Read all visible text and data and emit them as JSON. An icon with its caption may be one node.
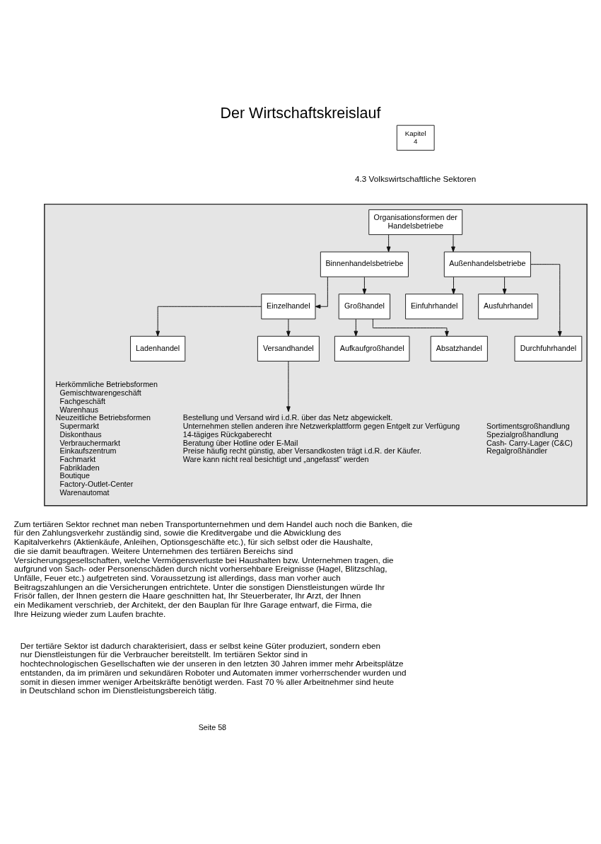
{
  "diagram": {
    "title": "Der Wirtschaftskreislauf",
    "nodes": [
      {
        "text": [
          "Kapitel 4"
        ]
      },
      {
        "text": [],
        "shape": "box"
      },
      {
        "text": [
          "Organisationsformen der Handelsbetriebe"
        ],
        "in": 1
      },
      {
        "text": [
          "Binnenhandelsbetriebe"
        ],
        "in": 1
      },
      {
        "text": [
          "Außenhandelsbetriebe"
        ],
        "in": 1
      },
      {
        "text": [
          "Einzelhandel"
        ],
        "in": 1
      },
      {
        "text": [
          "Großhandel"
        ],
        "in": 1
      },
      {
        "text": [
          "Einfuhrhandel"
        ],
        "in": 1
      },
      {
        "text": [
          "Ausfuhrhandel"
        ],
        "in": 1
      },
      {
        "text": [
          "Ladenhandel"
        ],
        "in": 1
      },
      {
        "text": [
          "Versandhandel"
        ],
        "in": 1
      },
      {
        "text": [
          "Aufkaufgroßhandel"
        ],
        "in": 1
      },
      {
        "text": [
          "Absatzhandel"
        ],
        "in": 1
      },
      {
        "text": [
          "Durchfuhrhandel"
        ],
        "in": 1
      },
      {
        "text": [
          "Bestellung und Versand wird i.d.R. über das Netz abgewickelt.",
          "Unternehmen stellen anderen ihre Netzwerkplattform gegen Entgelt zur Verfügung",
          "14-tägiges Rückgaberecht",
          "Beratung über Hotline oder E-Mail",
          "Preise häufig recht günstig, aber Versandkosten trägt i.d.R. der Käufer.",
          "Ware kann nicht real besichtigt und „angefasst“ werden"
        ],
        "in": 1
      }
    ],
    "edges": [
      {
        "from": 2,
        "to": 3,
        "arrow": "to"
      },
      {
        "from": 2,
        "to": 4,
        "arrow": "to"
      },
      {
        "from": 3,
        "to": 5,
        "arrow": "to"
      },
      {
        "from": 3,
        "to": 6,
        "arrow": "to"
      },
      {
        "from": 4,
        "to": 7,
        "arrow": "to"
      },
      {
        "from": 4,
        "to": 8,
        "arrow": "to"
      },
      {
        "from": 4,
        "to": 13,
        "arrow": "to"
      },
      {
        "from": 5,
        "to": 9,
        "arrow": "to"
      },
      {
        "from": 5,
        "to": 10,
        "arrow": "to"
      },
      {
        "from": 6,
        "to": 11,
        "arrow": "to"
      },
      {
        "from": 6,
        "to": 12,
        "arrow": "to"
      },
      {
        "from": 10,
        "to": 14,
        "arrow": "to"
      }
    ],
    "labels": [
      "4.3 Volkswirtschaftliche Sektoren",
      "Herkömmliche Betriebsformen",
      "Gemischtwarengeschäft",
      "Fachgeschäft",
      "Warenhaus",
      "Neuzeitliche Betriebsformen",
      "Supermarkt",
      "Diskonthaus",
      "Verbrauchermarkt",
      "Einkaufszentrum",
      "Fachmarkt",
      "Fabrikladen",
      "Boutique",
      "Factory-Outlet-Center",
      "Warenautomat",
      "Sortimentsgroßhandlung",
      "Spezialgroßhandlung",
      "Cash- Carry-Lager (C&C)",
      "Regalgroßhändler",
      "Zum tertiären Sektor rechnet man neben Transportunternehmen und dem Handel auch noch die Banken, die für den Zahlungsverkehr zuständig sind, sowie die Kreditvergabe und die Abwicklung des Kapitalverkehrs (Aktienkäufe, Anleihen, Optionsgeschäfte etc.), für sich selbst oder die Haushalte, die sie damit beauftragen. Weitere Unternehmen des tertiären Bereichs sind Versicherungsgesellschaften, welche Vermögensverluste bei Haushalten bzw. Unternehmen tragen, die aufgrund von Sach- oder Personenschäden durch nicht vorhersehbare Ereignisse (Hagel, Blitzschlag, Unfälle, Feuer etc.) aufgetreten sind. Voraussetzung ist allerdings, dass man vorher auch Beitragszahlungen an die Versicherungen entrichtete. Unter die sonstigen Dienstleistungen würde Ihr Frisör fallen, der Ihnen gestern die Haare geschnitten hat, Ihr Steuerberater, Ihr Arzt, der Ihnen ein Medikament verschrieb, der Architekt, der den Bauplan für Ihre Garage entwarf, die Firma, die Ihre Heizung wieder zum Laufen brachte.",
      "Der tertiäre Sektor ist dadurch charakterisiert, dass er selbst keine Güter produziert, sondern eben nur Dienstleistungen für die Verbraucher bereitstellt. Im tertiären Sektor sind in hochtechnologischen Gesellschaften wie der unseren in den letzten 30 Jahren immer mehr Arbeitsplätze entstanden, da im primären und sekundären Roboter und Automaten immer vorherrschender wurden und somit in diesen immer weniger Arbeitskräfte benötigt werden. Fast 70 % aller Arbeitnehmer sind heute in Deutschland schon im Dienstleistungsbereich tätig.",
      "Seite 58"
    ]
  }
}
